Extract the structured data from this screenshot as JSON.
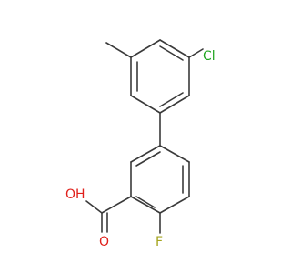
{
  "molecule": {
    "atoms": {
      "cl": {
        "label": "Cl",
        "color": "#1fa51f"
      },
      "oh": {
        "label": "OH",
        "color": "#e0201b"
      },
      "o": {
        "label": "O",
        "color": "#e0201b"
      },
      "f": {
        "label": "F",
        "color": "#a5a51f"
      }
    },
    "bond_color": "#3a3a3a"
  }
}
